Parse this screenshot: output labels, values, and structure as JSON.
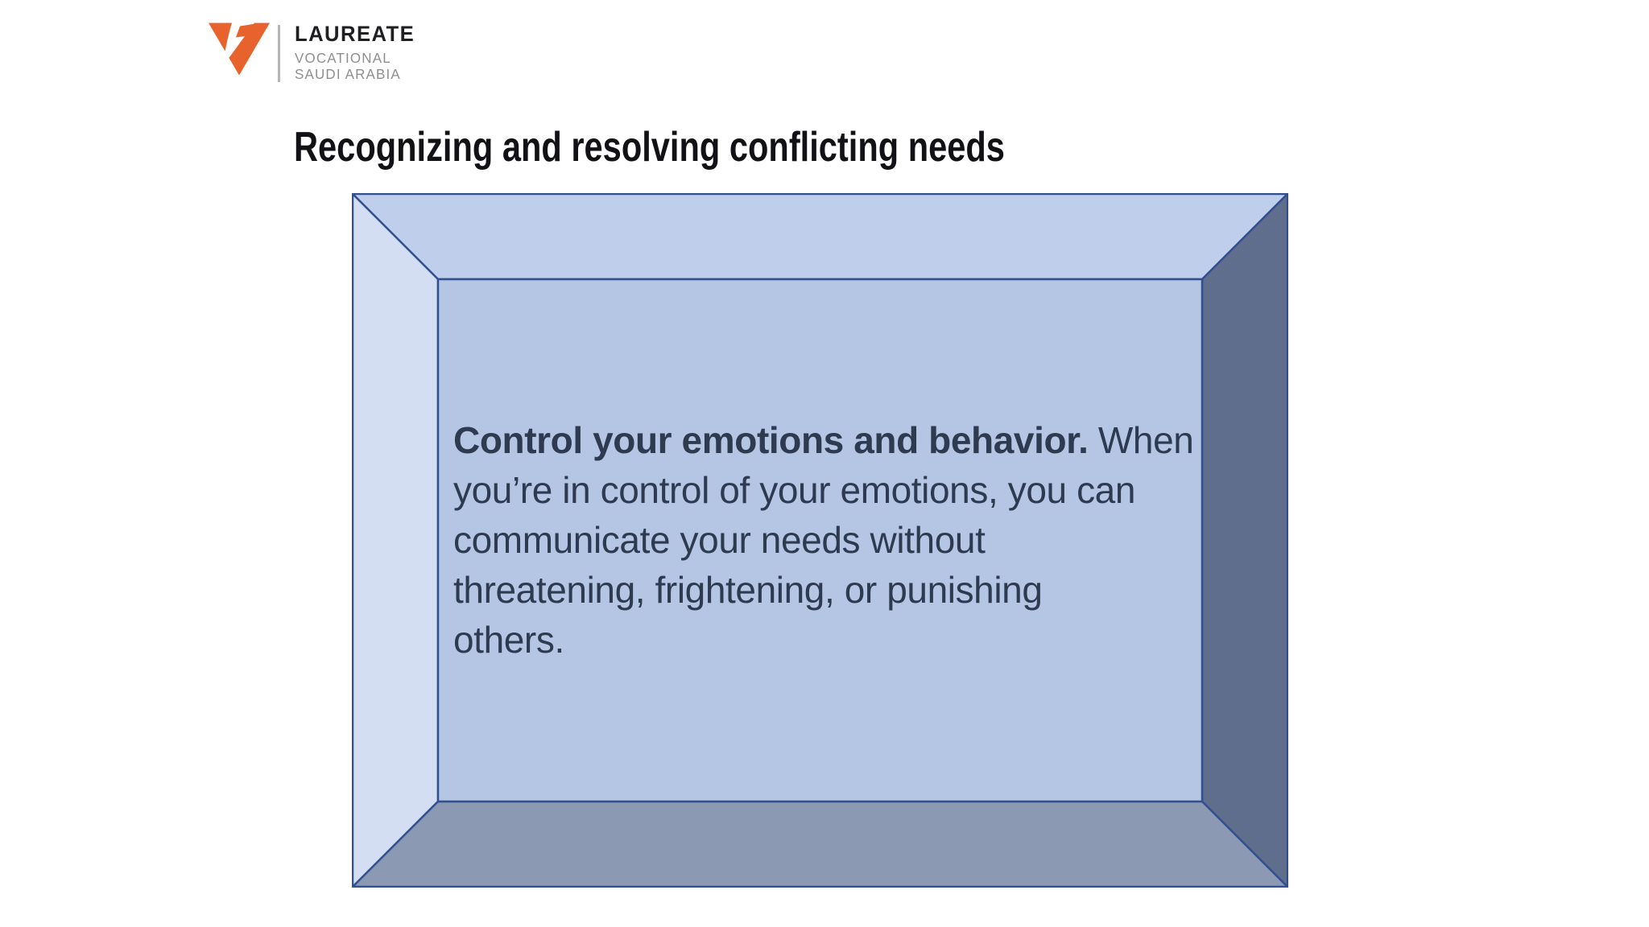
{
  "slide": {
    "title": "Recognizing and resolving conflicting needs"
  },
  "logo": {
    "brand": "LAUREATE",
    "tagline_line1": "VOCATIONAL",
    "tagline_line2": "SAUDI ARABIA",
    "triangle_color": "#e8622d"
  },
  "bevel_box": {
    "lines": {
      "l1_bold": "Control your emotions and behavior.",
      "l1_rest": " When",
      "l2": "you’re in control of your emotions, you can",
      "l3": "communicate your needs without",
      "l4": "threatening, frightening, or punishing",
      "l5": "others."
    },
    "colors": {
      "top_face": "#bfcfeb",
      "left_face": "#d4def2",
      "right_face": "#5f6e8d",
      "bottom_face": "#8b99b3",
      "inner_face": "#b5c6e5",
      "border": "#31508d",
      "text": "#2d3a50"
    }
  }
}
